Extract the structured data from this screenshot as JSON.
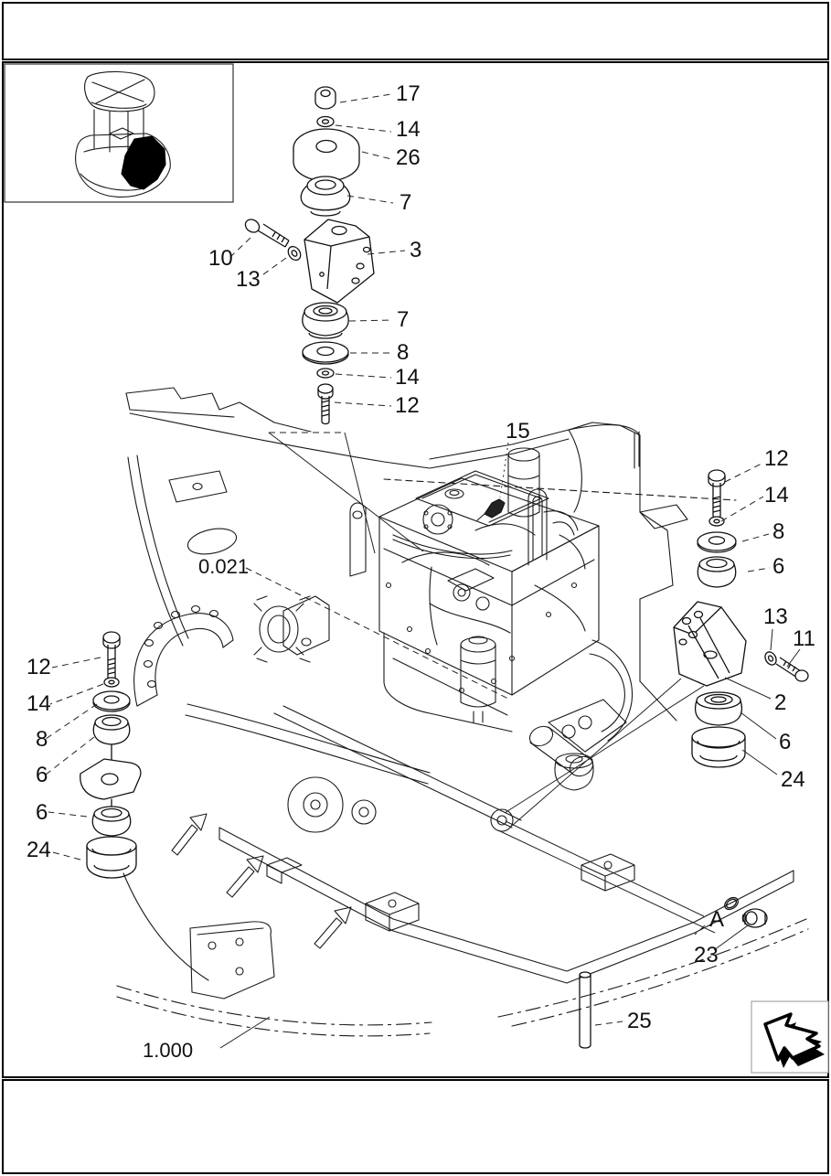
{
  "page": {
    "background": "#ffffff",
    "ink": "#1a1a1a",
    "frame_color": "#000000",
    "arrow_box_border": "#a6a6a6",
    "arrow_color": "#000000"
  },
  "callouts": {
    "n2": "2",
    "n3": "3",
    "n6": "6",
    "n7": "7",
    "n8": "8",
    "n10": "10",
    "n11": "11",
    "n12": "12",
    "n13": "13",
    "n14": "14",
    "n15": "15",
    "n17": "17",
    "n23": "23",
    "n24": "24",
    "n25": "25",
    "n26": "26"
  },
  "references": {
    "view_letter": "A",
    "group_upper": "0.021",
    "group_lower": "1.000"
  },
  "icons": {
    "nav_arrow": "back-arrow-icon",
    "inset_thumbnail": "machine-location-thumbnail"
  }
}
